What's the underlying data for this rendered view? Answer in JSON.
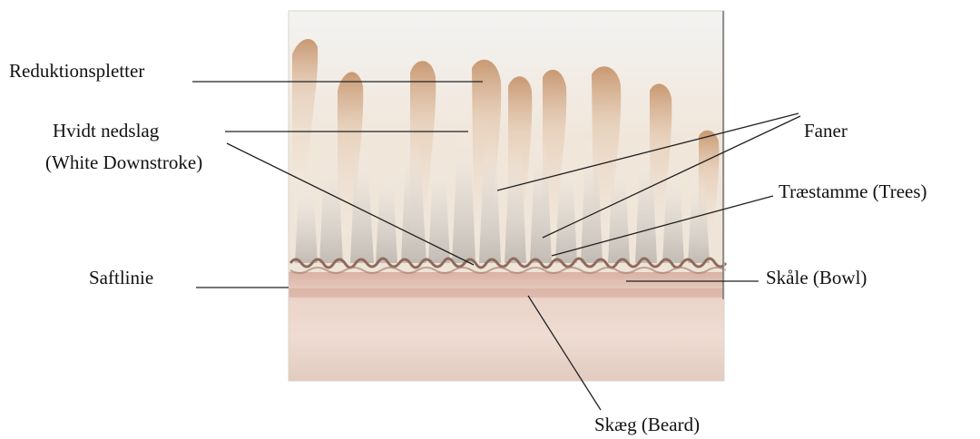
{
  "labels": {
    "reduktion": "Reduktionspletter",
    "hvidt_line1": "Hvidt nedslag",
    "hvidt_line2": "(White Downstroke)",
    "faner": "Faner",
    "traestamme": "Træstamme (Trees)",
    "saftlinie": "Saftlinie",
    "skaale": "Skåle (Bowl)",
    "skaeg": "Skæg (Beard)"
  },
  "colors": {
    "upper_background": "#f6f4ef",
    "flame_brown": "#c9956b",
    "flame_cream": "#efe5d6",
    "bowl_line": "#8f6a5c",
    "lower_band": "#e8cfc4",
    "lower_pink": "#d8b3a6",
    "leader_line": "#222222"
  }
}
